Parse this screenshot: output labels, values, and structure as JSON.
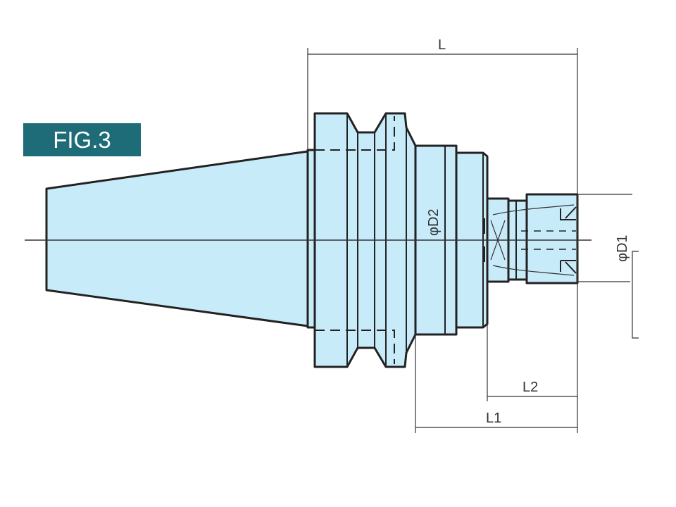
{
  "figure_label": "FIG.3",
  "dimensions": {
    "L": "L",
    "L1": "L1",
    "L2": "L2",
    "D1": "φD1",
    "D2": "φD2"
  },
  "colors": {
    "body_fill": "#c8ebfa",
    "label_bg": "#1d6c77"
  }
}
